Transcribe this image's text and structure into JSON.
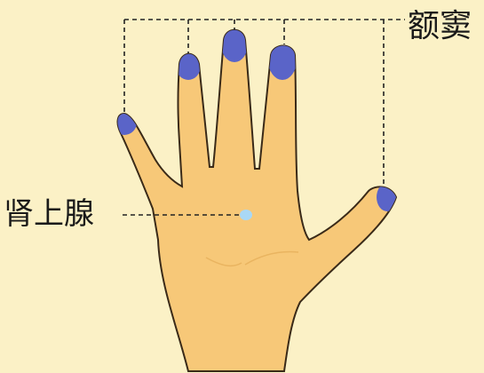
{
  "labels": {
    "sinus": "额窦",
    "adrenal": "肾上腺"
  },
  "colors": {
    "background": "#fbf1c6",
    "skin": "#f7c878",
    "outline": "#3a2a18",
    "fingertip_marker": "#5a64c8",
    "palm_marker": "#a9d8f5",
    "leader_line": "#222222"
  },
  "icons": {
    "hand": "hand-illustration",
    "fingertip": "reflex-point-marker",
    "palm_point": "reflex-point-marker"
  }
}
